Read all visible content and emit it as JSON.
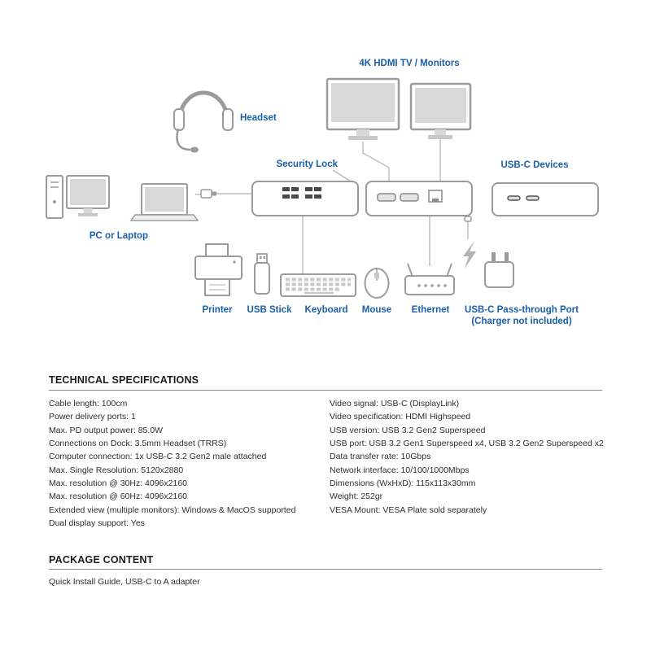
{
  "colors": {
    "accent_blue": "#1a5fa9",
    "icon_gray": "#9b9b9b",
    "screen_gray": "#d8d8d8"
  },
  "diagram": {
    "labels": {
      "headset": "Headset",
      "monitors": "4K HDMI TV / Monitors",
      "security_lock": "Security Lock",
      "usb_c_devices": "USB-C Devices",
      "pc_or_laptop": "PC or Laptop",
      "printer": "Printer",
      "usb_stick": "USB Stick",
      "keyboard": "Keyboard",
      "mouse": "Mouse",
      "ethernet": "Ethernet",
      "pass_through_line1": "USB-C Pass-through Port",
      "pass_through_line2": "(Charger not included)"
    }
  },
  "technical_specifications": {
    "title": "TECHNICAL SPECIFICATIONS",
    "left_column": [
      "Cable length: 100cm",
      "Power delivery ports: 1",
      "Max. PD output power: 85.0W",
      "Connections on Dock: 3.5mm Headset (TRRS)",
      "Computer connection: 1x USB-C 3.2 Gen2 male attached",
      "Max. Single Resolution: 5120x2880",
      "Max. resolution @ 30Hz: 4096x2160",
      "Max. resolution @ 60Hz: 4096x2160",
      "Extended view (multiple monitors): Windows & MacOS supported",
      "Dual display support: Yes"
    ],
    "right_column": [
      "Video signal: USB-C (DisplayLink)",
      "Video specification: HDMI Highspeed",
      "USB version: USB 3.2 Gen2 Superspeed",
      "USB port: USB 3.2 Gen1 Superspeed x4, USB 3.2 Gen2 Superspeed x2",
      "Data transfer rate: 10Gbps",
      "Network interface: 10/100/1000Mbps",
      "Dimensions (WxHxD): 115x113x30mm",
      "Weight: 252gr",
      "VESA Mount: VESA Plate sold separately"
    ]
  },
  "package_content": {
    "title": "PACKAGE CONTENT",
    "items": "Quick Install Guide, USB-C to A adapter"
  }
}
